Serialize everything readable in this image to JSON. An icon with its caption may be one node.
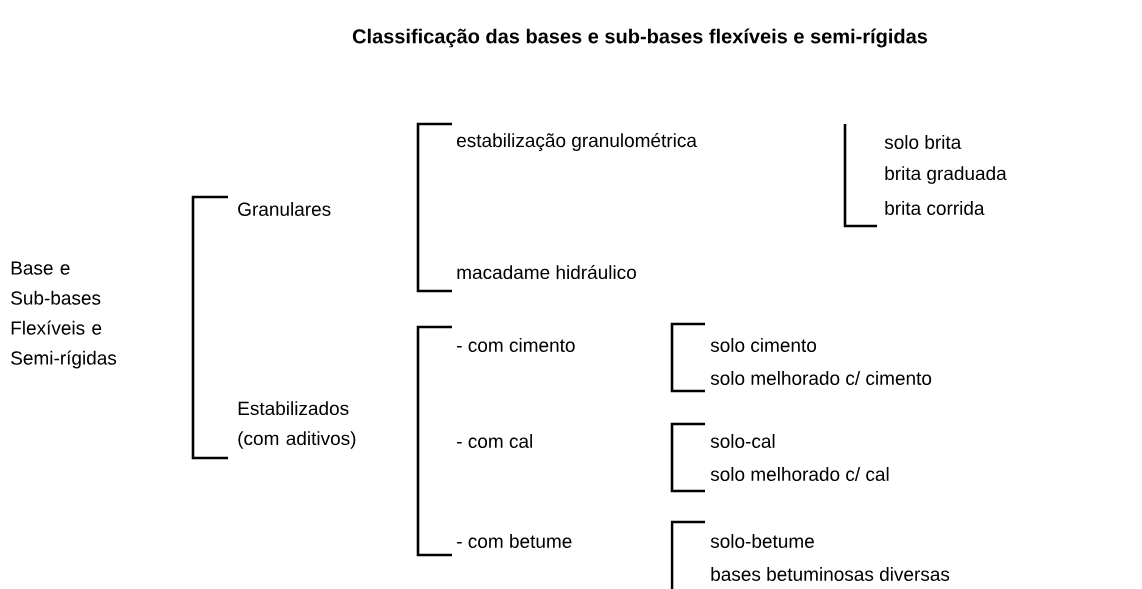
{
  "diagram": {
    "title": "Classificação das bases e sub-bases flexíveis e semi-rígidas",
    "labels": [
      "estabilização granulométrica",
      "solo brita",
      "brita graduada",
      "Granulares",
      "brita corrida",
      "macadame hidráulico",
      "Base e Sub-bases Flexíveis e Semi-rígidas",
      "- com cimento",
      "solo cimento",
      "solo melhorado c/ cimento",
      "Estabilizados (com aditivos)",
      "- com cal",
      "solo-cal",
      "solo melhorado c/ cal",
      "- com betume",
      "solo-betume",
      "bases betuminosas diversas"
    ]
  }
}
